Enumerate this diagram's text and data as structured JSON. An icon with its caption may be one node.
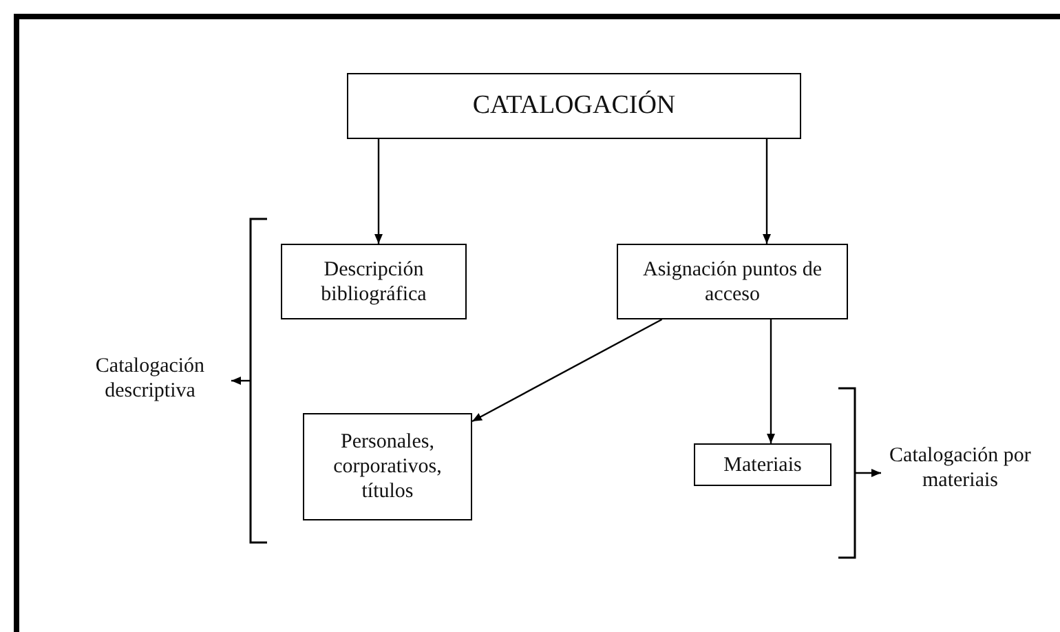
{
  "diagram": {
    "nodes": [
      {
        "text": [
          "CATALOGACIÓN"
        ]
      },
      {
        "text": [
          "Descripción bibliográfica"
        ]
      },
      {
        "text": [
          "Asignación puntos de acceso"
        ]
      },
      {
        "text": [
          "Personales, corporativos, títulos"
        ]
      },
      {
        "text": [
          "Materiais"
        ]
      },
      {
        "text": [],
        "shape": "bracket"
      },
      {
        "text": [
          "Catalogación descriptiva"
        ]
      },
      {
        "text": [],
        "shape": "bracket"
      },
      {
        "text": [
          "Catalogación por materiais"
        ]
      }
    ],
    "edges": [
      {
        "from": 0,
        "to": 1,
        "arrow": "to"
      },
      {
        "from": 0,
        "to": 2,
        "arrow": "to"
      },
      {
        "from": 2,
        "to": 3,
        "arrow": "to"
      },
      {
        "from": 2,
        "to": 4,
        "arrow": "to"
      },
      {
        "from": 5,
        "to": 6,
        "arrow": "to"
      },
      {
        "from": 7,
        "to": 8,
        "arrow": "to"
      }
    ]
  }
}
